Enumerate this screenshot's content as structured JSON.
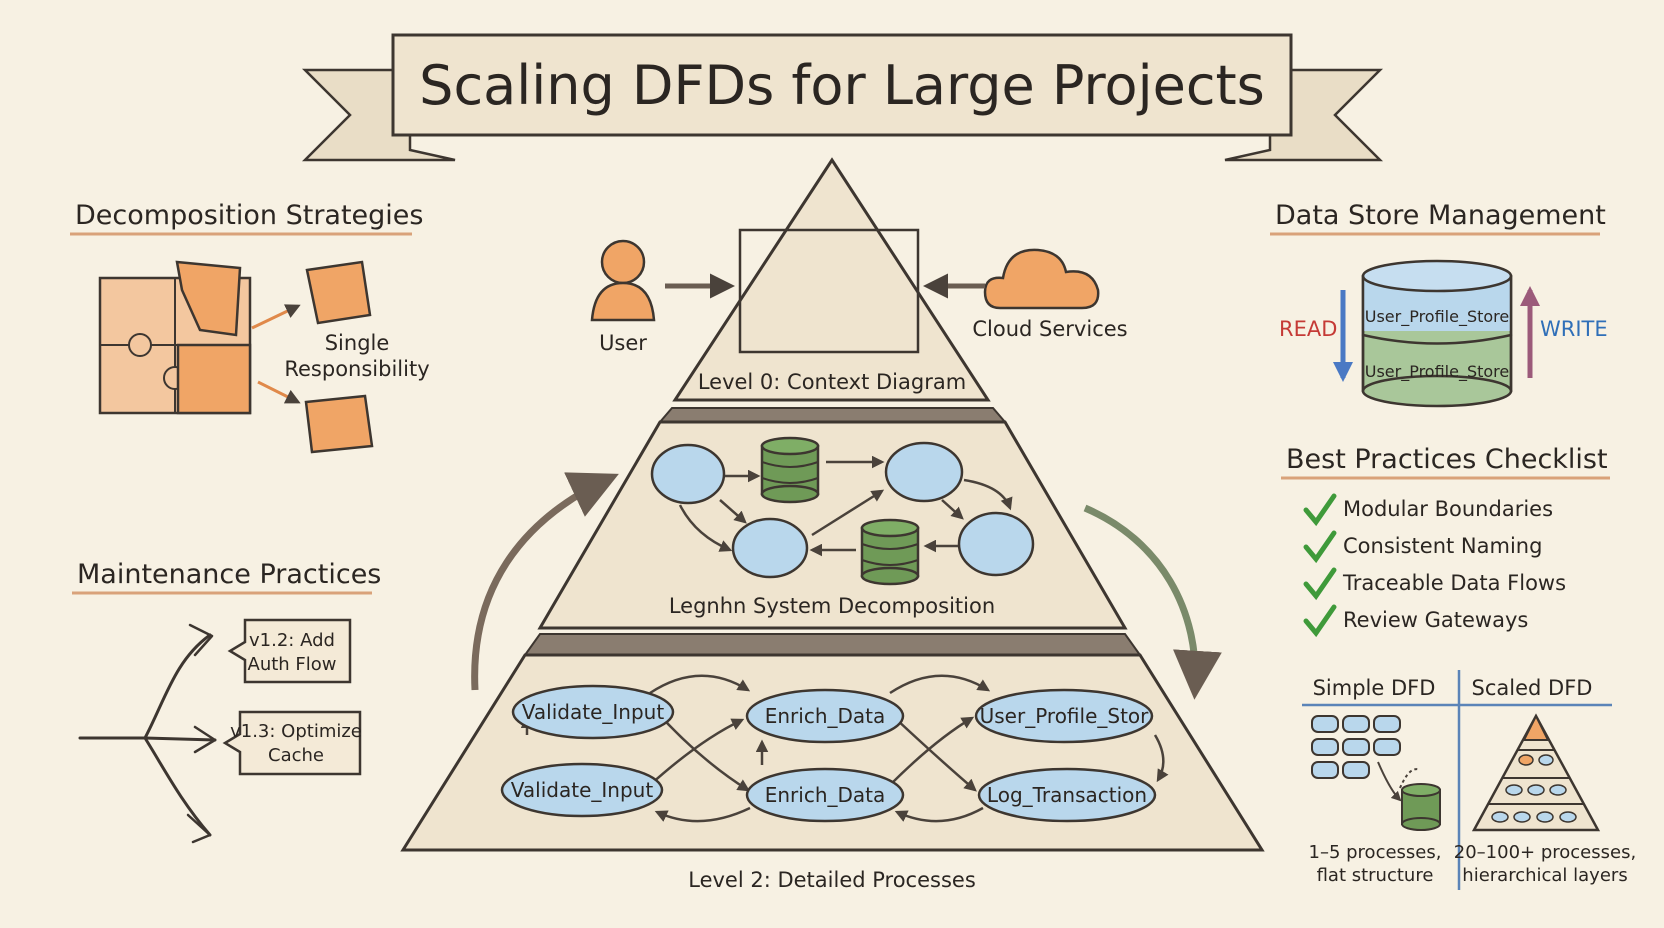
{
  "title": "Scaling DFDs for Large Projects",
  "sections": {
    "decomposition": {
      "heading": "Decomposition Strategies",
      "label_line1": "Single",
      "label_line2": "Responsibility"
    },
    "maintenance": {
      "heading": "Maintenance Practices",
      "notes": [
        {
          "line1": "v1.2: Add",
          "line2": "Auth Flow"
        },
        {
          "line1": "v1.3: Optimize",
          "line2": "Cache"
        }
      ]
    },
    "data_store": {
      "heading": "Data Store Management",
      "read_label": "READ",
      "write_label": "WRITE",
      "stores": [
        "User_Profile_Store",
        "User_Profile_Store"
      ]
    },
    "checklist": {
      "heading": "Best Practices Checklist",
      "items": [
        "Modular Boundaries",
        "Consistent Naming",
        "Traceable Data Flows",
        "Review Gateways"
      ]
    },
    "comparison": {
      "simple_heading": "Simple DFD",
      "scaled_heading": "Scaled DFD",
      "simple_line1": "1–5 processes,",
      "simple_line2": "flat structure",
      "scaled_line1": "20–100+ processes,",
      "scaled_line2": "hierarchical layers"
    }
  },
  "pyramid": {
    "level0": {
      "caption": "Level 0: Context Diagram",
      "user_label": "User",
      "cloud_label": "Cloud Services"
    },
    "level1": {
      "caption": "Legnhn System Decomposition"
    },
    "level2": {
      "caption": "Level 2: Detailed Processes",
      "processes": [
        "Validate_Input",
        "Enrich_Data",
        "User_Profile_Stor",
        "Validate_Input",
        "Enrich_Data",
        "Log_Transaction"
      ]
    }
  },
  "colors": {
    "background": "#f7f1e3",
    "orange": "#f0a566",
    "blue": "#b9d7ec",
    "green": "#6f9a57",
    "check": "#3f9a3a",
    "read": "#c53a36",
    "write": "#2f6fb8"
  }
}
